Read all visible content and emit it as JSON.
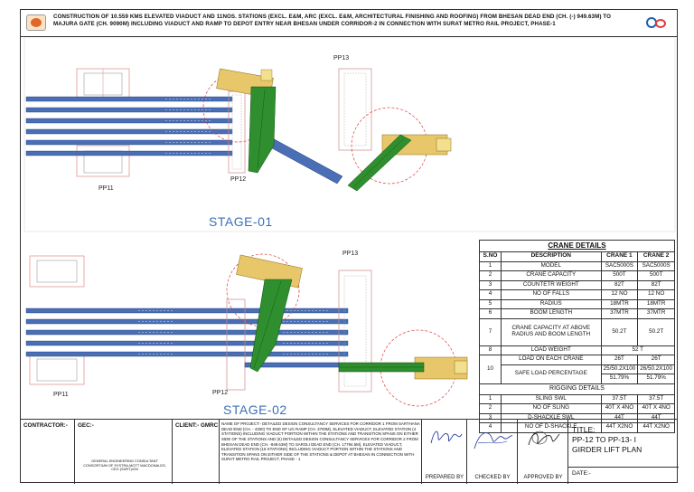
{
  "header": {
    "title": "CONSTRUCTION OF 10.559 KMS ELEVATED VIADUCT AND 11NOS. STATIONS  (EXCL. E&M, ARC (EXCL. E&M, ARCHITECTURAL FINISHING AND ROOFING) FROM BHESAN DEAD END (CH. (-) 949.63M) TO MAJURA GATE (CH. 9090M) INCLUDING VIADUCT AND RAMP TO DEPOT ENTRY NEAR BHESAN UNDER CORRIDOR-2 IN CONNECTION WITH SURAT METRO RAIL PROJECT, PHASE-1"
  },
  "stage1": {
    "label": "STAGE-01",
    "piers": [
      "PP11",
      "PP12",
      "PP13"
    ]
  },
  "stage2": {
    "label": "STAGE-02",
    "piers": [
      "PP11",
      "PP12",
      "PP13"
    ]
  },
  "crane_details": {
    "title": "CRANE DETAILS",
    "headers": [
      "S.NO",
      "DESCRIPTION",
      "CRANE 1",
      "CRANE 2"
    ],
    "rows": [
      [
        "1",
        "MODEL",
        "SAC5000S",
        "SAC5000S"
      ],
      [
        "2",
        "CRANE CAPACITY",
        "500T",
        "500T"
      ],
      [
        "3",
        "COUNTETR WEIGHT",
        "82T",
        "82T"
      ],
      [
        "4",
        "NO OF FALLS",
        "12 NO",
        "12 NO"
      ],
      [
        "5",
        "RADIUS",
        "18MTR",
        "18MTR"
      ],
      [
        "6",
        "BOOM LENGTH",
        "37MTR",
        "37MTR"
      ],
      [
        "7",
        "CRANE CAPACITY AT ABOVE RADIUS AND BOOM LENGTH",
        "50.2T",
        "50.2T"
      ],
      [
        "8",
        "LOAD WEIGHT",
        "52 T"
      ]
    ],
    "row9": [
      "",
      "LOAD ON EACH CRANE",
      "26T",
      "26T"
    ],
    "row10": {
      "sno": "10",
      "desc": "SAFE LOAD PERCENTAGE",
      "c1a": "25/50.2X100",
      "c2a": "26/50.2X100",
      "c1b": "51.79%",
      "c2b": "51.79%"
    },
    "rigging_title": "RIGGING DETAILS",
    "rigging": [
      [
        "1",
        "SLING SWL",
        "37.5T",
        "37.5T"
      ],
      [
        "2",
        "NO OF SLING",
        "40T X 4NO",
        "40T X 4NO"
      ],
      [
        "3",
        "D-SHACKLE SWL",
        "44T",
        "44T"
      ],
      [
        "4",
        "NO OF D-SHACKLE",
        "44T X2NO",
        "44T X2NO"
      ]
    ]
  },
  "title_block": {
    "contractor": "CONTRACTOR:-",
    "gec": "GEC:-",
    "gec_name": "GENERAL ENGINEERING CONSULTANT CONSORTIUM OF SYSTRA-MOTT MACDONALDS, CEG (Surt)/Gn",
    "client": "CLIENT:- GMRC",
    "project": "NAME OF PROJECT:- DETAILED DESIGN CONSULTANCY SERVICES FOR CORRIDOR 1 FROM SARTHANA DEAD END (CH. - 4300) TO END OF UG RAMP (CH. 3700M), ELEVATED VIADUCT, ELEVATED STATION (4 STATIONS) INCLUDING VIADUCT PORTION WITHIN THE STATIONS AND TRANSITION SPANS ON EITHER SIDE OF THE STATIONS AND (II) DETAILED DESIGN CONSULTANCY SERVICES FOR CORRIDOR 2 FROM BHESAN DEAD END (CH. -949.63M) TO SAROLI DEAD END (CH. 17794.5M), ELEVATED VIADUCT, ELEVATED STATION (18 STATIONS) INCLUDING VIADUCT PORTION WITHIN THE STATIONS AND TRANSITION SPANS ON EITHER SIDE OF THE STATIONS & DEPOT AT BHESAN IN CONNECTION WITH SURAT METRO RAIL PROJECT, PHASE - 1",
    "prepared_by": "PREPARED BY",
    "checked_by": "CHECKED BY",
    "approved_by": "APPROVED BY",
    "title_label": "TITLE:",
    "title_text": "PP-12 TO PP-13- I GIRDER LIFT PLAN",
    "date": "DATE:-"
  },
  "colors": {
    "girder": "#4a6fb5",
    "crane": "#2f8f2f",
    "counterweight": "#e8c76a",
    "radius": "#e23b3b",
    "stage_label": "#3d6fb6"
  }
}
